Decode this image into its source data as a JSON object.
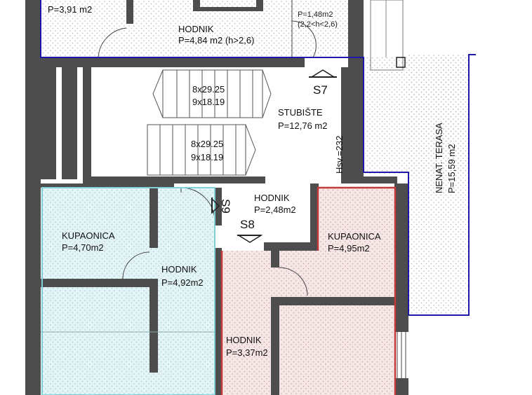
{
  "colors": {
    "wall": "#4d4d4d",
    "blue_outline": "#1a1aa6",
    "cyan_outline": "#7fd1d6",
    "cyan_fill": "#e3f4f6",
    "red_outline": "#c43a3a",
    "red_fill": "#f6e6e6",
    "hatch_dots": "#b5b5b5"
  },
  "rooms": {
    "top_left_area": "P=3,91 m2",
    "hodnik_top": {
      "name": "HODNIK",
      "area": "P=4,84 m2 (h>2,6)"
    },
    "small_room": {
      "area": "P=1,48m2",
      "height_note": "(2,2<h<2,6)"
    },
    "stair_upper": {
      "steps": "8x29.25",
      "rise": "9x18.19"
    },
    "stair_lower": {
      "steps": "8x29.25",
      "rise": "9x18.19"
    },
    "stubiste": {
      "name": "STUBIŠTE",
      "area": "P=12,76 m2"
    },
    "hsv": "Hsv.=232",
    "terrace": {
      "name": "NENAT. TERASA",
      "area": "P=15,59 m2"
    },
    "hodnik_mid": {
      "name": "HODNIK",
      "area": "P=2,48m2"
    },
    "kupaonica_left": {
      "name": "KUPAONICA",
      "area": "P=4,70m2"
    },
    "hodnik_left": {
      "name": "HODNIK",
      "area": "P=4,92m2"
    },
    "kupaonica_right": {
      "name": "KUPAONICA",
      "area": "P=4,95m2"
    },
    "hodnik_bottom": {
      "name": "HODNIK",
      "area": "P=3,37m2"
    }
  },
  "sections": {
    "s7": "S7",
    "s8": "S8",
    "s9": "S9"
  }
}
